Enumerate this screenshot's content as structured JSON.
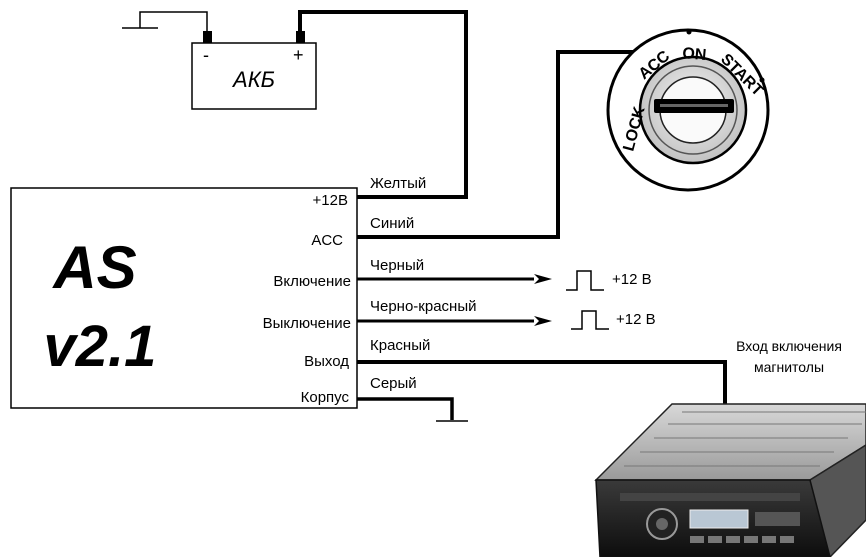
{
  "battery": {
    "label": "АКБ",
    "neg": "-",
    "pos": "+"
  },
  "module": {
    "name_line1": "AS",
    "name_line2": "v2.1"
  },
  "pins": [
    {
      "label": "+12В",
      "wire": "Желтый"
    },
    {
      "label": "ACC",
      "wire": "Синий"
    },
    {
      "label": "Включение",
      "wire": "Черный"
    },
    {
      "label": "Выключение",
      "wire": "Черно-красный"
    },
    {
      "label": "Выход",
      "wire": "Красный"
    },
    {
      "label": "Корпус",
      "wire": "Серый"
    }
  ],
  "pulse_label": "+12 В",
  "ignition": {
    "positions": [
      "LOCK",
      "ACC",
      "ON",
      "START"
    ]
  },
  "radio": {
    "input_line1": "Вход включения",
    "input_line2": "магнитолы"
  }
}
